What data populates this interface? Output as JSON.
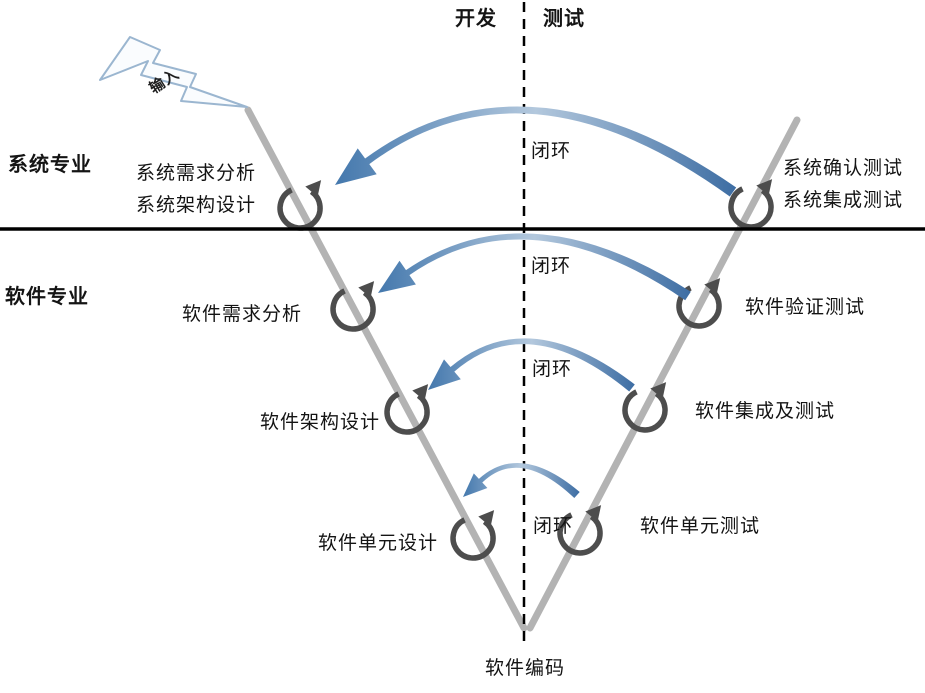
{
  "diagram": {
    "column_headers": {
      "left": "开发",
      "right": "测试"
    },
    "row_labels": {
      "top": "系统专业",
      "bottom": "软件专业"
    },
    "input_label": "输入",
    "apex_label": "软件编码",
    "levels": [
      {
        "left_line1": "系统需求分析",
        "left_line2": "系统架构设计",
        "right_line1": "系统确认测试",
        "right_line2": "系统集成测试",
        "loop_label": "闭环"
      },
      {
        "left_line1": "软件需求分析",
        "right_line1": "软件验证测试",
        "loop_label": "闭环"
      },
      {
        "left_line1": "软件架构设计",
        "right_line1": "软件集成及测试",
        "loop_label": "闭环"
      },
      {
        "left_line1": "软件单元设计",
        "right_line1": "软件单元测试",
        "loop_label": "闭环"
      }
    ],
    "colors": {
      "arc_blue": "#4478ad",
      "arc_blue_light": "#b3c8dd",
      "v_line_gray": "#b3b3b3",
      "loop_gray": "#4d4d4d",
      "divider_black": "#000000",
      "bolt_outline": "#9bb6d0"
    }
  }
}
